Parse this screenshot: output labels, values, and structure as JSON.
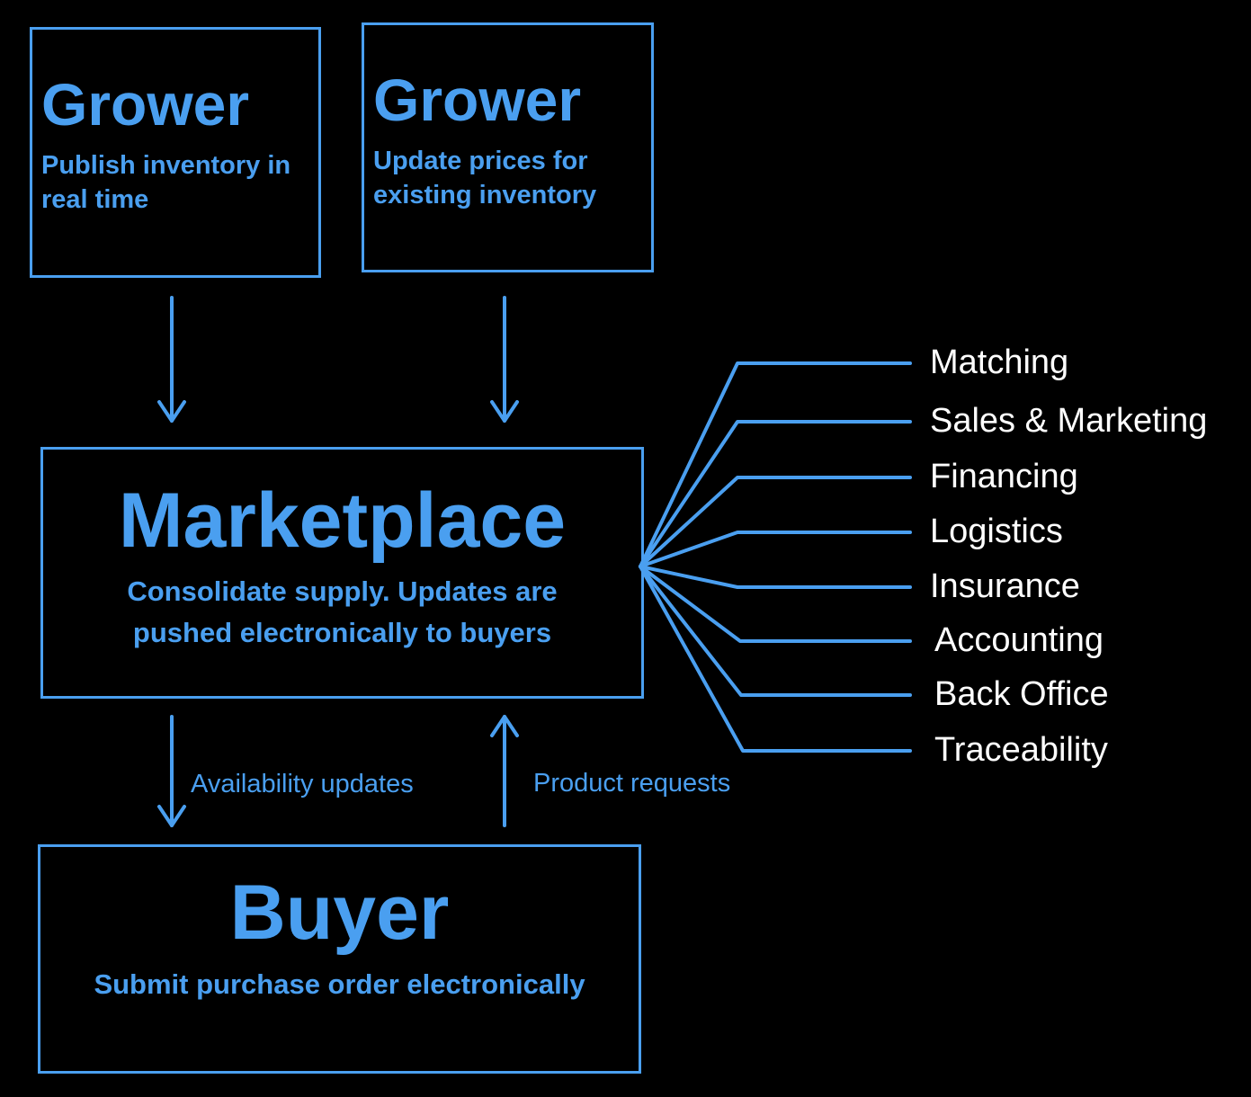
{
  "growers": [
    {
      "title": "Grower",
      "subtitle": "Publish inventory in real time"
    },
    {
      "title": "Grower",
      "subtitle": "Update prices for existing inventory"
    }
  ],
  "marketplace": {
    "title": "Marketplace",
    "subtitle_line1": "Consolidate supply. Updates are",
    "subtitle_line2": "pushed electronically to buyers"
  },
  "buyer": {
    "title": "Buyer",
    "subtitle": "Submit purchase order electronically"
  },
  "flows": {
    "down_label": "Availability updates",
    "up_label": "Product requests"
  },
  "services": [
    "Matching",
    "Sales & Marketing",
    "Financing",
    "Logistics",
    "Insurance",
    "Accounting",
    "Back Office",
    "Traceability"
  ],
  "colors": {
    "background": "#000000",
    "accent": "#4a9ff0",
    "service_text": "#ffffff"
  }
}
